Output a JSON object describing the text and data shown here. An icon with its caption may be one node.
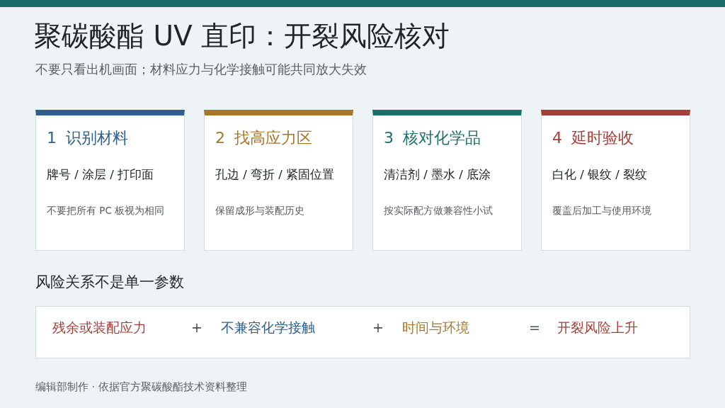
{
  "diagram": {
    "title": "聚碳酸酯 UV 直印：开裂风险核对",
    "nodes": [
      {
        "text": [
          "1 识别材料",
          "牌号 / 涂层 / 打印面",
          "不要把所有 PC 板视为相同"
        ]
      },
      {
        "text": [
          "2 找高应力区",
          "孔边 / 弯折 / 紧固位置",
          "保留成形与装配历史"
        ]
      },
      {
        "text": [
          "3 核对化学品",
          "清洁剂 / 墨水 / 底涂",
          "按实际配方做兼容性小试"
        ]
      },
      {
        "text": [
          "4 延时验收",
          "白化 / 银纹 / 裂纹",
          "覆盖后加工与使用环境"
        ]
      },
      {
        "text": [
          "残余或装配应力",
          "+",
          "不兼容化学接触",
          "+",
          "时间与环境",
          "=",
          "开裂风险上升"
        ]
      }
    ],
    "labels": [
      "不要只看出机画面；材料应力与化学接触可能共同放大失效",
      "风险关系不是单一参数",
      "编辑部制作 · 依据官方聚碳酸酯技术资料整理"
    ]
  }
}
